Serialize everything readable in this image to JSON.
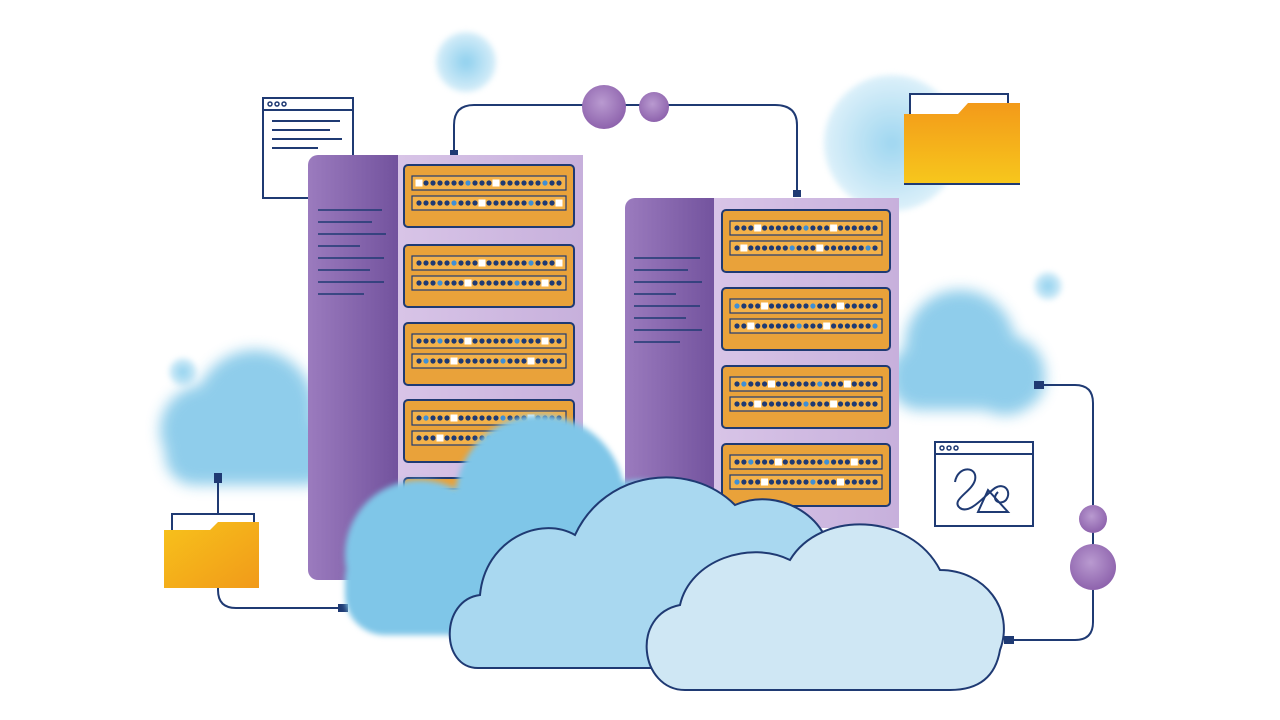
{
  "illustration": {
    "subject": "cloud-server-infrastructure",
    "colors": {
      "navy_line": "#1F3A73",
      "cloud_blue": "#7FC6E8",
      "cloud_light": "#A9D8F0",
      "cloud_pale": "#CFE7F4",
      "rack_purple": "#7A5AA6",
      "rack_lilac": "#D9C6E6",
      "panel_orange": "#E9A23A",
      "folder_yellow": "#F4C21B",
      "folder_orange": "#F19A1A",
      "node_purple": "#9A72B4",
      "bubble_blue": "#A7D9EF"
    },
    "icons": [
      "document-window-icon",
      "image-window-icon",
      "folder-icon-top-right",
      "folder-icon-left",
      "server-rack-left",
      "server-rack-right",
      "cloud-group"
    ]
  }
}
